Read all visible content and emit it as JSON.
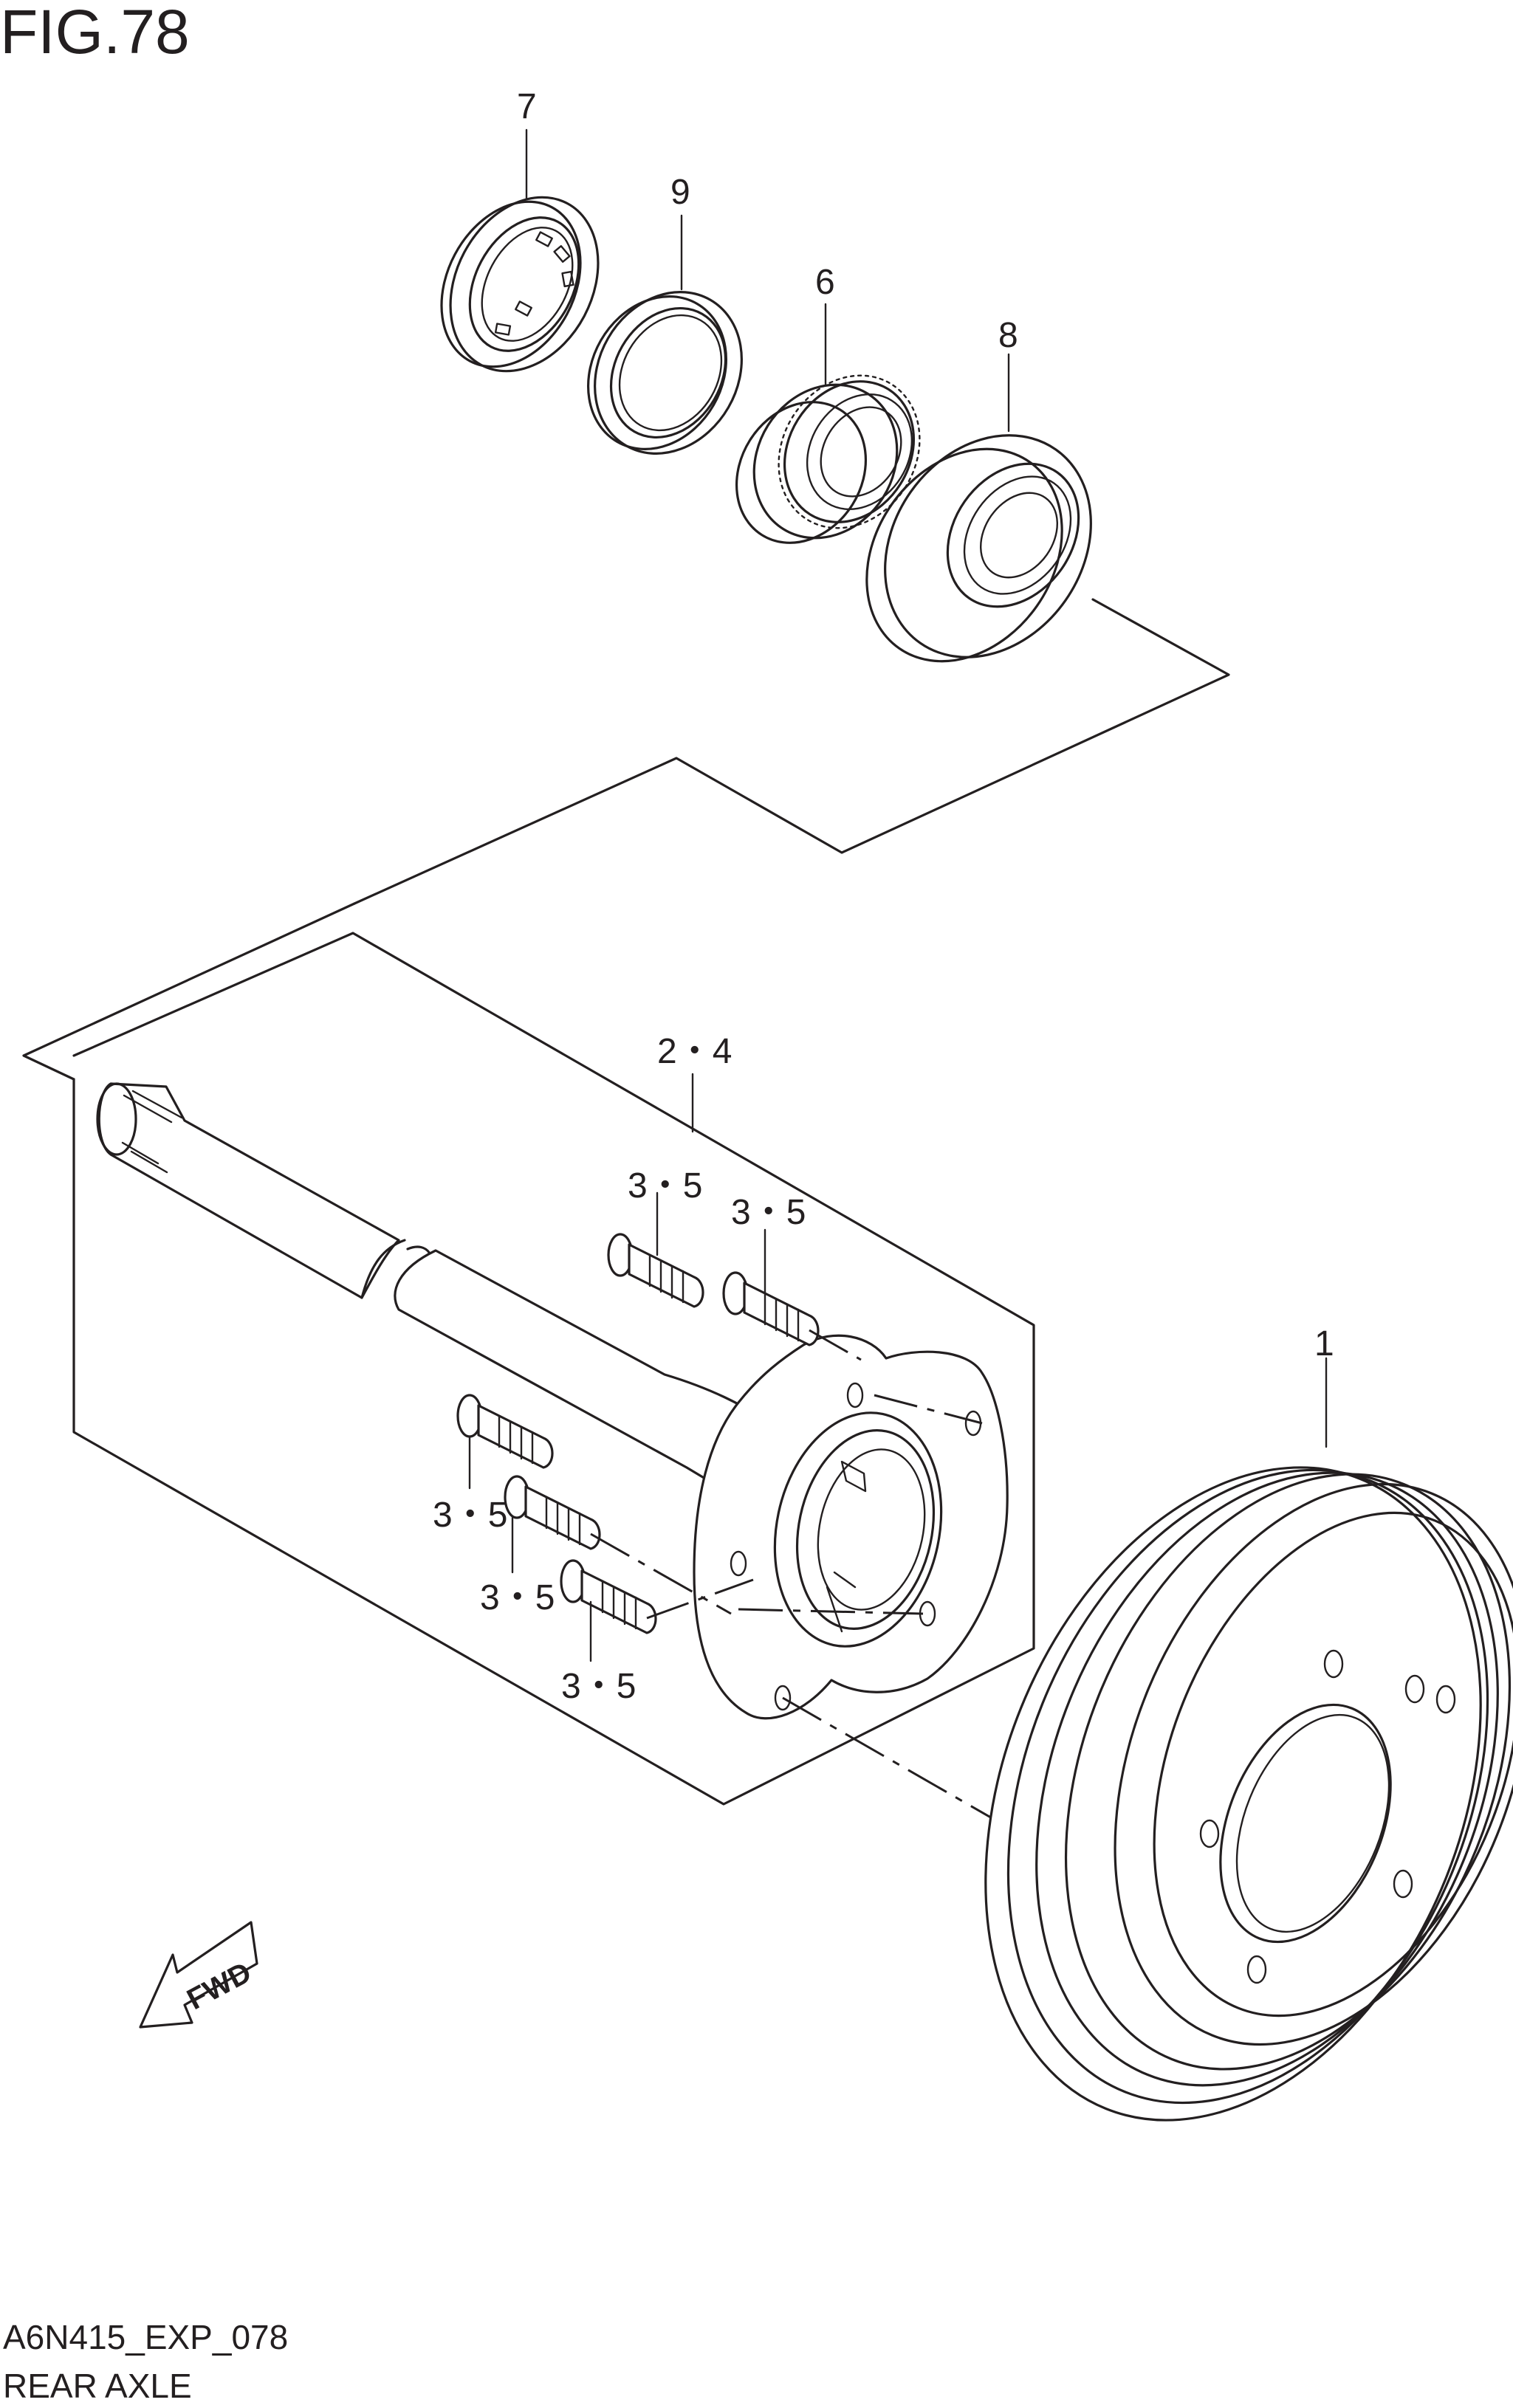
{
  "figure": {
    "title": "FIG.78",
    "code": "A6N415_EXP_078",
    "name": "REAR AXLE"
  },
  "callouts": {
    "part_7": "7",
    "part_9": "9",
    "part_6": "6",
    "part_8": "8",
    "part_2_4": "2・4",
    "part_1": "1",
    "stud_a": "3・5",
    "stud_b": "3・5",
    "stud_c": "3・5",
    "stud_d": "3・5",
    "stud_e": "3・5"
  },
  "fwd_arrow": {
    "label": "FWD"
  },
  "colors": {
    "line": "#231f20",
    "background": "#ffffff"
  }
}
